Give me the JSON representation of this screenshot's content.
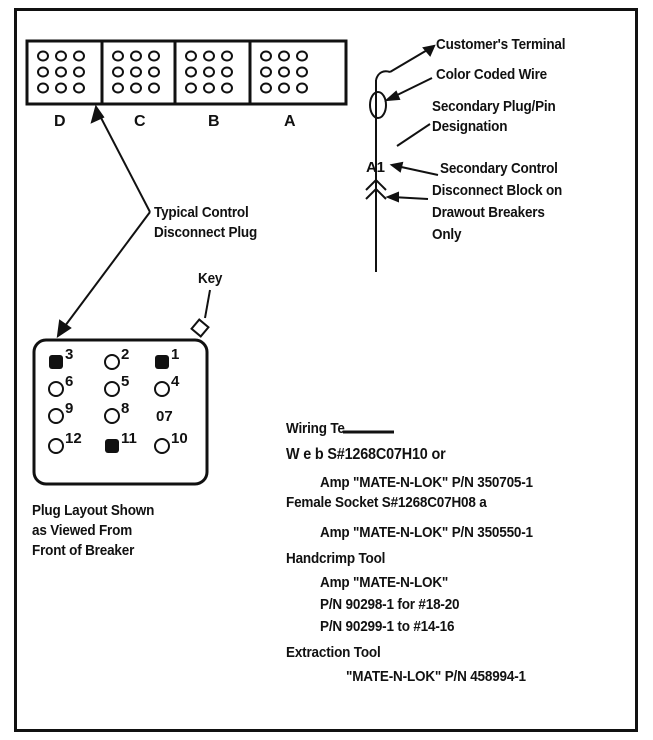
{
  "connector": {
    "blocks": [
      "D",
      "C",
      "B",
      "A"
    ],
    "plug_label_line1": "Typical Control",
    "plug_label_line2": "Disconnect Plug"
  },
  "wire_callouts": {
    "customers_terminal": "Customer's Terminal",
    "color_coded_wire": "Color Coded Wire",
    "secondary_plug_pin_line1": "Secondary Plug/Pin",
    "secondary_plug_pin_line2": "Designation",
    "pin_designation": "A1",
    "disconnect_block_line1": "Secondary Control",
    "disconnect_block_line2": "Disconnect Block on",
    "disconnect_block_line3": "Drawout Breakers",
    "disconnect_block_line4": "Only"
  },
  "plug_layout": {
    "key_label": "Key",
    "pins": [
      "3",
      "2",
      "1",
      "6",
      "5",
      "4",
      "9",
      "8",
      "07",
      "12",
      "11",
      "10"
    ],
    "caption_line1": "Plug Layout Shown",
    "caption_line2": "as Viewed From",
    "caption_line3": "Front of Breaker"
  },
  "wiring_terminations": {
    "heading": "Wiring Te",
    "line1": "W    e    b S#1268C07H10 or",
    "line2": "Amp \"MATE-N-LOK\" P/N 350705-1",
    "line3": "Female Socket S#1268C07H08 a",
    "line4": "Amp \"MATE-N-LOK\" P/N 350550-1",
    "line5": "Handcrimp Tool",
    "line6": "Amp \"MATE-N-LOK\"",
    "line7": "P/N 90298-1 for #18-20",
    "line8": "P/N 90299-1 to   #14-16",
    "line9": "Extraction Tool",
    "line10": "\"MATE-N-LOK\" P/N 458994-1"
  }
}
